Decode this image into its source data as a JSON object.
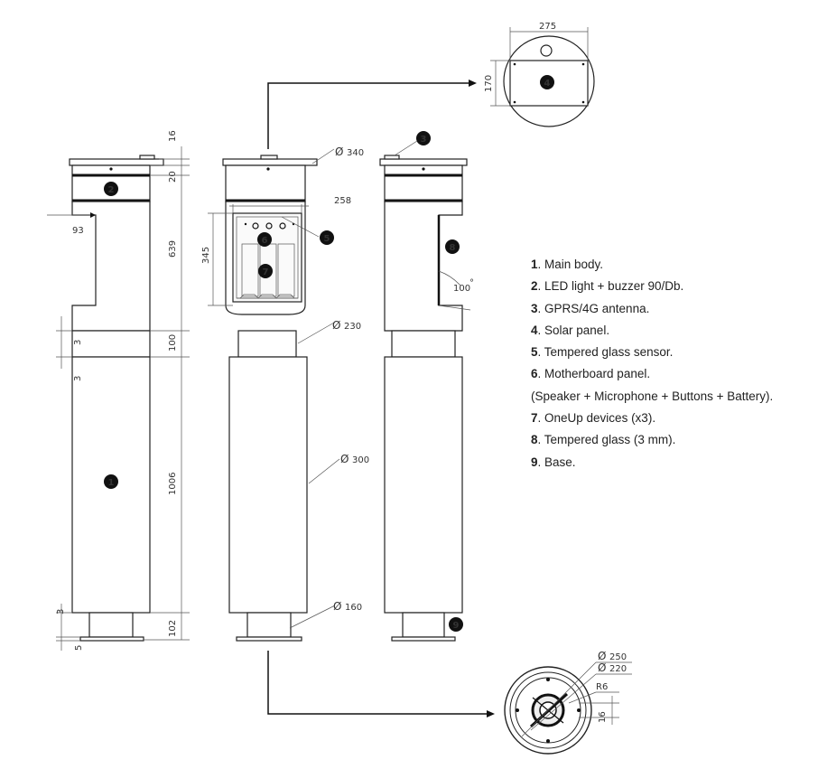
{
  "dimensions": {
    "d16_top": "16",
    "d20": "20",
    "d639": "639",
    "d93": "93",
    "d100": "100",
    "d3_a": "3",
    "d3_b": "3",
    "d1006": "1006",
    "d102": "102",
    "d5": "5",
    "dia340": "340",
    "d258": "258",
    "d345": "345",
    "dia230": "230",
    "dia300": "300",
    "dia160": "160",
    "angle100": "100",
    "angle_unit": "°",
    "d275": "275",
    "d170": "170",
    "dia250": "250",
    "dia220": "220",
    "r6": "R6",
    "d16_base": "16"
  },
  "diameter_symbol": "Ø",
  "callouts": {
    "c1": "1",
    "c2": "2",
    "c3": "3",
    "c4": "4",
    "c5": "5",
    "c6": "6",
    "c7": "7",
    "c8": "8",
    "c9": "9"
  },
  "legend": [
    {
      "num": "1",
      "text": ". Main body."
    },
    {
      "num": "2",
      "text": ". LED light + buzzer 90/Db."
    },
    {
      "num": "3",
      "text": ". GPRS/4G antenna."
    },
    {
      "num": "4",
      "text": ". Solar panel."
    },
    {
      "num": "5",
      "text": ". Tempered glass sensor."
    },
    {
      "num": "6",
      "text": ". Motherboard panel."
    },
    {
      "num": "",
      "text": "(Speaker + Microphone + Buttons + Battery)."
    },
    {
      "num": "7",
      "text": ". OneUp devices (x3)."
    },
    {
      "num": "8",
      "text": ". Tempered glass (3 mm)."
    },
    {
      "num": "9",
      "text": ". Base."
    }
  ]
}
